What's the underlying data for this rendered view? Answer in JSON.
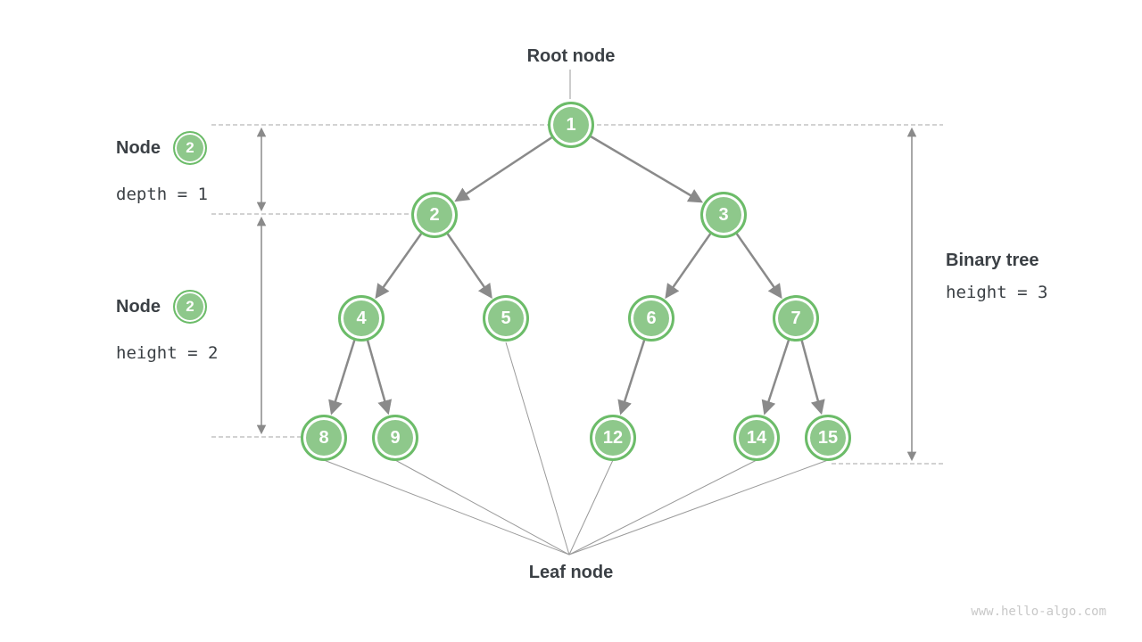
{
  "labels": {
    "root": "Root node",
    "leaf": "Leaf node"
  },
  "annotations": {
    "node_depth": {
      "title": "Node",
      "badge": "2",
      "formula": "depth = 1"
    },
    "node_height": {
      "title": "Node",
      "badge": "2",
      "formula": "height = 2"
    },
    "tree_height": {
      "title": "Binary tree",
      "formula": "height = 3"
    }
  },
  "tree": {
    "node_values": [
      "1",
      "2",
      "3",
      "4",
      "5",
      "6",
      "7",
      "8",
      "9",
      "12",
      "14",
      "15"
    ],
    "edges": [
      "1-2",
      "1-3",
      "2-4",
      "2-5",
      "3-6",
      "3-7",
      "4-8",
      "4-9",
      "6-12",
      "7-14",
      "7-15"
    ],
    "leaf_nodes": [
      "5",
      "8",
      "9",
      "12",
      "14",
      "15"
    ],
    "levels": 4
  },
  "watermark": "www.hello-algo.com",
  "colors": {
    "node_fill": "#8ec88b",
    "node_border": "#6cbc69",
    "node_text": "#ffffff",
    "edge_arrow": "#8a8a8a",
    "dashed_line": "#a5a5a5",
    "thin_line": "#9a9a9a",
    "label_text": "#3b4045",
    "watermark_text": "#c8c8c8"
  }
}
